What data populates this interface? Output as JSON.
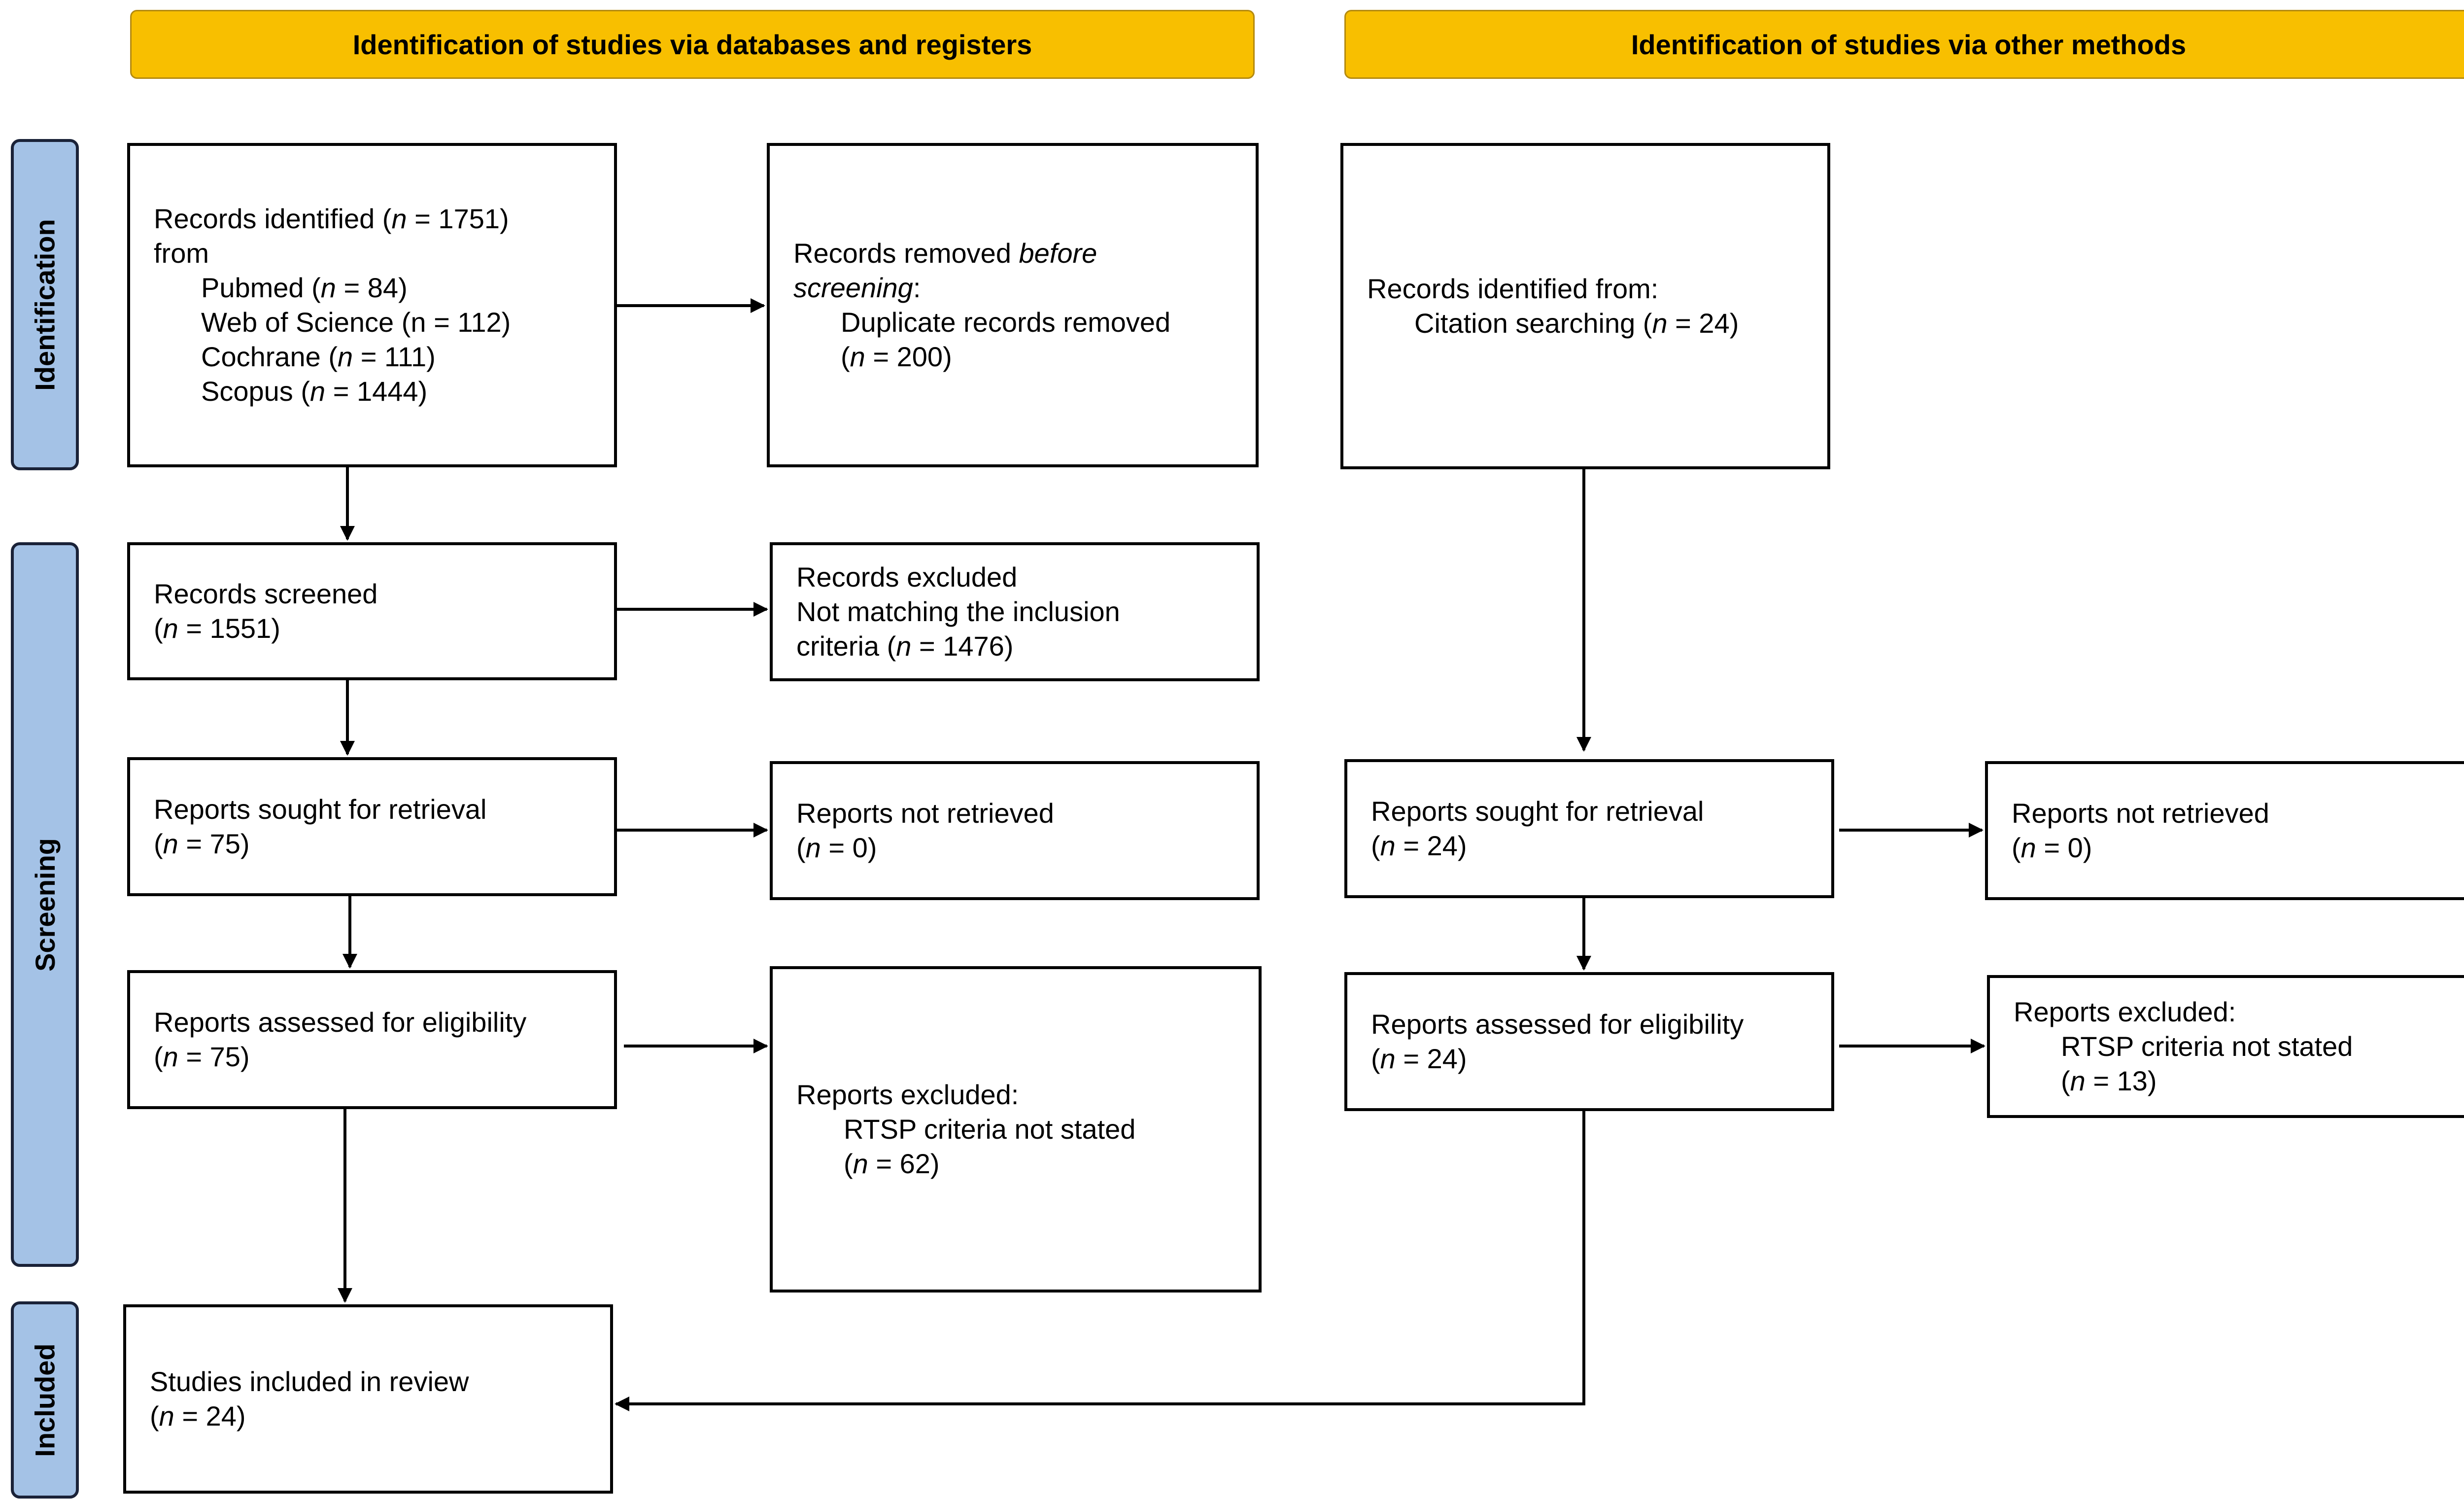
{
  "headers": {
    "databases": "Identification of studies via databases and registers",
    "other": "Identification of studies via other methods"
  },
  "stages": {
    "identification": "Identification",
    "screening": "Screening",
    "included": "Included"
  },
  "n": "n",
  "db": {
    "identified": {
      "prefix": "Records identified (",
      "suffix": " = 1751)",
      "from": "from",
      "sources": [
        {
          "name": "Pubmed (",
          "count": " = 84)"
        },
        {
          "name": "Web of Science (",
          "count": "n = 112)"
        },
        {
          "name": "Cochrane (",
          "count": " = 111)"
        },
        {
          "name": "Scopus (",
          "count": " = 1444)"
        }
      ]
    },
    "removed": {
      "line1": "Records removed ",
      "line1_italic": "before",
      "line2_italic": "screening",
      "line2_suffix": ":",
      "line3": "Duplicate records removed",
      "line4_prefix": "(",
      "line4_suffix": " = 200)"
    },
    "screened": {
      "label": "Records screened",
      "count_prefix": "(",
      "count_suffix": " = 1551)"
    },
    "excluded": {
      "line1": "Records excluded",
      "line2": "Not matching the inclusion",
      "line3": "criteria (",
      "line3_suffix": " = 1476)"
    },
    "sought": {
      "label": "Reports sought for retrieval",
      "count_prefix": "(",
      "count_suffix": " = 75)"
    },
    "not_retrieved": {
      "label": "Reports not retrieved",
      "count_prefix": "(",
      "count_suffix": " = 0)"
    },
    "assessed": {
      "label": "Reports assessed for eligibility",
      "count_prefix": "(",
      "count_suffix": " = 75)"
    },
    "reports_excluded": {
      "label": "Reports excluded:",
      "reason": "RTSP criteria not stated",
      "count_prefix": "(",
      "count_suffix": " = 62)"
    },
    "included": {
      "label": "Studies included in review",
      "count_prefix": "(",
      "count_suffix": " = 24)"
    }
  },
  "other": {
    "identified": {
      "label": "Records identified from:",
      "source": "Citation searching (",
      "source_suffix": " = 24)"
    },
    "sought": {
      "label": "Reports sought for retrieval",
      "count_prefix": "(",
      "count_suffix": " = 24)"
    },
    "not_retrieved": {
      "label": "Reports not retrieved",
      "count_prefix": "(",
      "count_suffix": " = 0)"
    },
    "assessed": {
      "label": "Reports assessed for eligibility",
      "count_prefix": "(",
      "count_suffix": " = 24)"
    },
    "reports_excluded": {
      "label": "Reports excluded:",
      "reason": "RTSP criteria not stated",
      "count_prefix": "(",
      "count_suffix": " = 13)"
    }
  }
}
